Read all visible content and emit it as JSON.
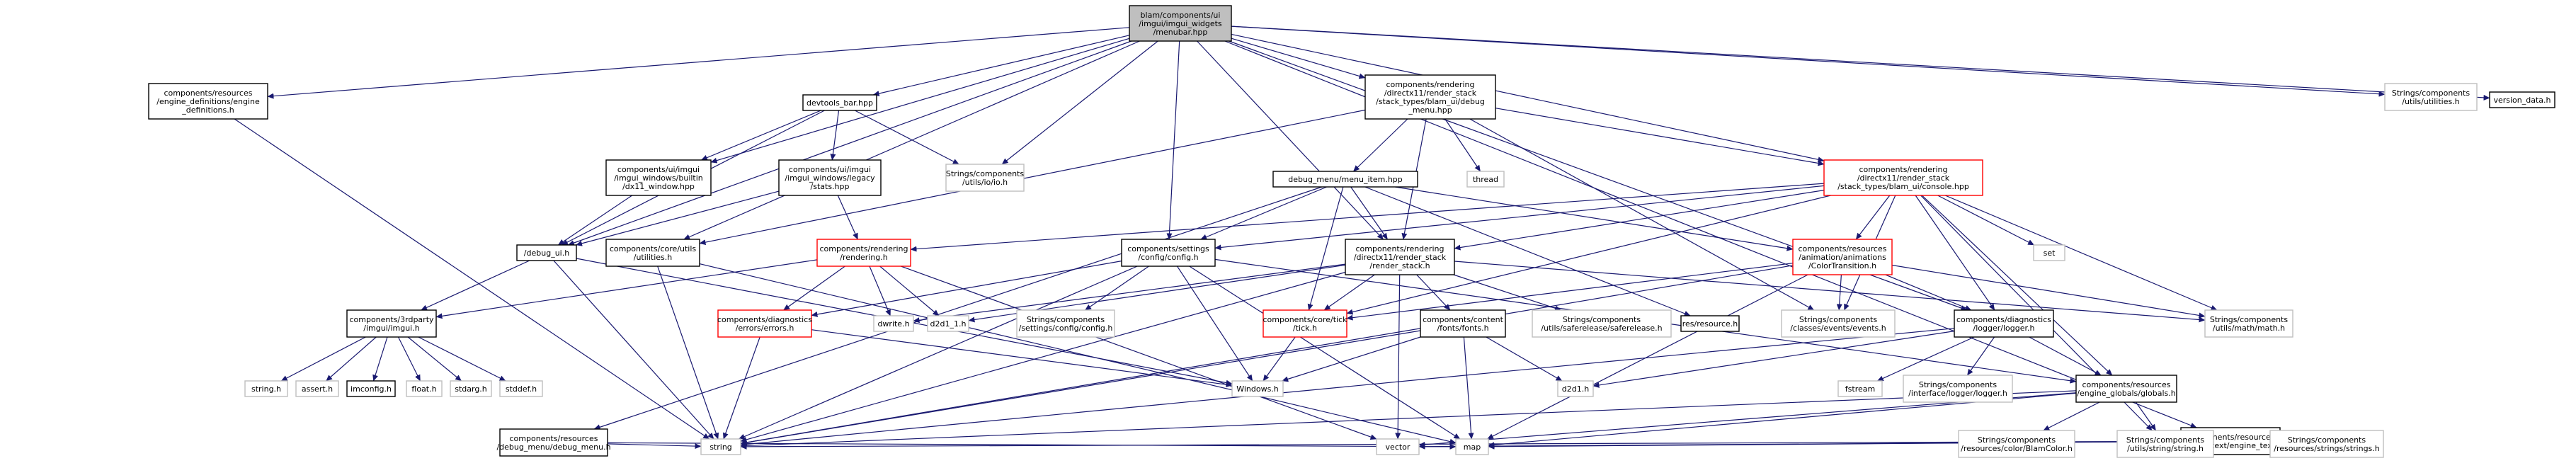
{
  "colors": {
    "edge": "#191970",
    "black_border": "#000000",
    "gray_border": "#bfbfbf",
    "red_border": "#ff0000",
    "root_fill": "#bfbfbf"
  },
  "nodes": {
    "menubar": {
      "lines": [
        "blam/components/ui",
        "/imgui/imgui_widgets",
        "/menubar.hpp"
      ],
      "style": "root"
    },
    "engine_defs": {
      "lines": [
        "components/resources",
        "/engine_definitions/engine",
        "_definitions.h"
      ],
      "style": "black"
    },
    "devtools_bar": {
      "lines": [
        "devtools_bar.hpp"
      ],
      "style": "black"
    },
    "dx11_window": {
      "lines": [
        "components/ui/imgui",
        "/imgui_windows/builtin",
        "/dx11_window.hpp"
      ],
      "style": "black"
    },
    "legacy_stats": {
      "lines": [
        "components/ui/imgui",
        "/imgui_windows/legacy",
        "/stats.hpp"
      ],
      "style": "black"
    },
    "utils_io": {
      "lines": [
        "Strings/components",
        "/utils/io/io.h"
      ],
      "style": "gray"
    },
    "debug_menu_hpp": {
      "lines": [
        "components/rendering",
        "/directx11/render_stack",
        "/stack_types/blam_ui/debug",
        "_menu.hpp"
      ],
      "style": "black"
    },
    "thread": {
      "lines": [
        "thread"
      ],
      "style": "gray"
    },
    "debug_menu_item": {
      "lines": [
        "debug_menu/menu_item.hpp"
      ],
      "style": "black"
    },
    "console_hpp": {
      "lines": [
        "components/rendering",
        "/directx11/render_stack",
        "/stack_types/blam_ui/console.hpp"
      ],
      "style": "red"
    },
    "utils_utilities_h": {
      "lines": [
        "Strings/components",
        "/utils/utilities.h"
      ],
      "style": "gray"
    },
    "version_data": {
      "lines": [
        "version_data.h"
      ],
      "style": "black"
    },
    "debug_ui": {
      "lines": [
        "/debug_ui.h"
      ],
      "style": "black"
    },
    "core_utils": {
      "lines": [
        "components/core/utils",
        "/utilities.h"
      ],
      "style": "black"
    },
    "rendering_h": {
      "lines": [
        "components/rendering",
        "/rendering.h"
      ],
      "style": "red"
    },
    "settings_config": {
      "lines": [
        "components/settings",
        "/config/config.h"
      ],
      "style": "black"
    },
    "render_stack_h": {
      "lines": [
        "components/rendering",
        "/directx11/render_stack",
        "/render_stack.h"
      ],
      "style": "black"
    },
    "color_transition": {
      "lines": [
        "components/resources",
        "/animation/animations",
        "/ColorTransition.h"
      ],
      "style": "red"
    },
    "set": {
      "lines": [
        "set"
      ],
      "style": "gray"
    },
    "third_party_imgui": {
      "lines": [
        "components/3rdparty",
        "/imgui/imgui.h"
      ],
      "style": "black"
    },
    "diag_errors": {
      "lines": [
        "components/diagnostics",
        "/errors/errors.h"
      ],
      "style": "red"
    },
    "dwrite": {
      "lines": [
        "dwrite.h"
      ],
      "style": "gray"
    },
    "d2d1_1": {
      "lines": [
        "d2d1_1.h"
      ],
      "style": "gray"
    },
    "strings_settings_config": {
      "lines": [
        "Strings/components",
        "/settings/config/config.h"
      ],
      "style": "gray"
    },
    "core_tick": {
      "lines": [
        "components/core/tick",
        "/tick.h"
      ],
      "style": "red"
    },
    "content_fonts": {
      "lines": [
        "components/content",
        "/fonts/fonts.h"
      ],
      "style": "black"
    },
    "safe_release": {
      "lines": [
        "Strings/components",
        "/utils/saferelease/saferelease.h"
      ],
      "style": "gray"
    },
    "res_resource": {
      "lines": [
        "res/resource.h"
      ],
      "style": "black"
    },
    "classes_events": {
      "lines": [
        "Strings/components",
        "/classes/events/events.h"
      ],
      "style": "gray"
    },
    "diag_logger": {
      "lines": [
        "components/diagnostics",
        "/logger/logger.h"
      ],
      "style": "black"
    },
    "utils_math": {
      "lines": [
        "Strings/components",
        "/utils/math/math.h"
      ],
      "style": "gray"
    },
    "string_h": {
      "lines": [
        "string.h"
      ],
      "style": "gray"
    },
    "assert_h": {
      "lines": [
        "assert.h"
      ],
      "style": "gray"
    },
    "imconfig_h": {
      "lines": [
        "imconfig.h"
      ],
      "style": "black"
    },
    "float_h": {
      "lines": [
        "float.h"
      ],
      "style": "gray"
    },
    "stdarg_h": {
      "lines": [
        "stdarg.h"
      ],
      "style": "gray"
    },
    "stddef_h": {
      "lines": [
        "stddef.h"
      ],
      "style": "gray"
    },
    "debug_menu_h": {
      "lines": [
        "components/resources",
        "/debug_menu/debug_menu.h"
      ],
      "style": "black"
    },
    "windows_h": {
      "lines": [
        "Windows.h"
      ],
      "style": "gray"
    },
    "d2d1_h": {
      "lines": [
        "d2d1.h"
      ],
      "style": "gray"
    },
    "fstream": {
      "lines": [
        "fstream"
      ],
      "style": "gray"
    },
    "interface_logger": {
      "lines": [
        "Strings/components",
        "/interface/logger/logger.h"
      ],
      "style": "gray"
    },
    "engine_globals": {
      "lines": [
        "components/resources",
        "/engine_globals/globals.h"
      ],
      "style": "black"
    },
    "engine_text": {
      "lines": [
        "components/resources",
        "/engine_text/engine_text.h"
      ],
      "style": "black"
    },
    "string": {
      "lines": [
        "string"
      ],
      "style": "gray"
    },
    "vector": {
      "lines": [
        "vector"
      ],
      "style": "gray"
    },
    "map": {
      "lines": [
        "map"
      ],
      "style": "gray"
    },
    "blam_color": {
      "lines": [
        "Strings/components",
        "/resources/color/BlamColor.h"
      ],
      "style": "gray"
    },
    "utils_string": {
      "lines": [
        "Strings/components",
        "/utils/string/string.h"
      ],
      "style": "gray"
    },
    "resources_strings": {
      "lines": [
        "Strings/components",
        "/resources/strings/strings.h"
      ],
      "style": "gray"
    }
  },
  "edges": [
    [
      "menubar",
      "engine_defs"
    ],
    [
      "menubar",
      "devtools_bar"
    ],
    [
      "menubar",
      "dx11_window"
    ],
    [
      "menubar",
      "utils_io"
    ],
    [
      "menubar",
      "debug_menu_hpp"
    ],
    [
      "menubar",
      "console_hpp"
    ],
    [
      "menubar",
      "utils_utilities_h"
    ],
    [
      "menubar",
      "version_data"
    ],
    [
      "menubar",
      "debug_ui"
    ],
    [
      "menubar",
      "core_utils"
    ],
    [
      "menubar",
      "settings_config"
    ],
    [
      "menubar",
      "render_stack_h"
    ],
    [
      "menubar",
      "diag_logger"
    ],
    [
      "menubar",
      "engine_text"
    ],
    [
      "engine_defs",
      "string"
    ],
    [
      "devtools_bar",
      "dx11_window"
    ],
    [
      "devtools_bar",
      "legacy_stats"
    ],
    [
      "devtools_bar",
      "utils_io"
    ],
    [
      "devtools_bar",
      "debug_ui"
    ],
    [
      "dx11_window",
      "debug_ui"
    ],
    [
      "legacy_stats",
      "debug_ui"
    ],
    [
      "legacy_stats",
      "rendering_h"
    ],
    [
      "debug_menu_hpp",
      "thread"
    ],
    [
      "debug_menu_hpp",
      "debug_menu_item"
    ],
    [
      "debug_menu_hpp",
      "console_hpp"
    ],
    [
      "debug_menu_hpp",
      "core_utils"
    ],
    [
      "debug_menu_hpp",
      "render_stack_h"
    ],
    [
      "debug_menu_hpp",
      "classes_events"
    ],
    [
      "debug_menu_item",
      "settings_config"
    ],
    [
      "debug_menu_item",
      "render_stack_h"
    ],
    [
      "debug_menu_item",
      "core_tick"
    ],
    [
      "debug_menu_item",
      "color_transition"
    ],
    [
      "debug_menu_item",
      "debug_menu_h"
    ],
    [
      "debug_menu_item",
      "res_resource"
    ],
    [
      "console_hpp",
      "rendering_h"
    ],
    [
      "console_hpp",
      "settings_config"
    ],
    [
      "console_hpp",
      "render_stack_h"
    ],
    [
      "console_hpp",
      "color_transition"
    ],
    [
      "console_hpp",
      "set"
    ],
    [
      "console_hpp",
      "diag_logger"
    ],
    [
      "console_hpp",
      "utils_math"
    ],
    [
      "console_hpp",
      "classes_events"
    ],
    [
      "console_hpp",
      "core_tick"
    ],
    [
      "console_hpp",
      "engine_globals"
    ],
    [
      "console_hpp",
      "utils_string"
    ],
    [
      "debug_ui",
      "third_party_imgui"
    ],
    [
      "debug_ui",
      "string"
    ],
    [
      "debug_ui",
      "windows_h"
    ],
    [
      "core_utils",
      "string"
    ],
    [
      "core_utils",
      "map"
    ],
    [
      "rendering_h",
      "third_party_imgui"
    ],
    [
      "rendering_h",
      "diag_errors"
    ],
    [
      "rendering_h",
      "dwrite"
    ],
    [
      "rendering_h",
      "d2d1_1"
    ],
    [
      "rendering_h",
      "vector"
    ],
    [
      "settings_config",
      "strings_settings_config"
    ],
    [
      "settings_config",
      "diag_errors"
    ],
    [
      "settings_config",
      "windows_h"
    ],
    [
      "settings_config",
      "map"
    ],
    [
      "settings_config",
      "string"
    ],
    [
      "settings_config",
      "engine_globals"
    ],
    [
      "render_stack_h",
      "core_tick"
    ],
    [
      "render_stack_h",
      "content_fonts"
    ],
    [
      "render_stack_h",
      "safe_release"
    ],
    [
      "render_stack_h",
      "vector"
    ],
    [
      "render_stack_h",
      "d2d1_1"
    ],
    [
      "render_stack_h",
      "dwrite"
    ],
    [
      "render_stack_h",
      "utils_math"
    ],
    [
      "render_stack_h",
      "string"
    ],
    [
      "color_transition",
      "core_tick"
    ],
    [
      "color_transition",
      "classes_events"
    ],
    [
      "color_transition",
      "diag_logger"
    ],
    [
      "color_transition",
      "utils_math"
    ],
    [
      "color_transition",
      "string"
    ],
    [
      "color_transition",
      "map"
    ],
    [
      "third_party_imgui",
      "string_h"
    ],
    [
      "third_party_imgui",
      "assert_h"
    ],
    [
      "third_party_imgui",
      "imconfig_h"
    ],
    [
      "third_party_imgui",
      "float_h"
    ],
    [
      "third_party_imgui",
      "stdarg_h"
    ],
    [
      "third_party_imgui",
      "stddef_h"
    ],
    [
      "diag_errors",
      "windows_h"
    ],
    [
      "diag_errors",
      "string"
    ],
    [
      "core_tick",
      "windows_h"
    ],
    [
      "content_fonts",
      "windows_h"
    ],
    [
      "content_fonts",
      "d2d1_h"
    ],
    [
      "content_fonts",
      "string"
    ],
    [
      "content_fonts",
      "map"
    ],
    [
      "diag_logger",
      "fstream"
    ],
    [
      "diag_logger",
      "interface_logger"
    ],
    [
      "diag_logger",
      "engine_globals"
    ],
    [
      "diag_logger",
      "d2d1_h"
    ],
    [
      "diag_logger",
      "string"
    ],
    [
      "debug_menu_h",
      "string"
    ],
    [
      "debug_menu_h",
      "map"
    ],
    [
      "engine_globals",
      "blam_color"
    ],
    [
      "engine_globals",
      "utils_string"
    ],
    [
      "engine_globals",
      "string"
    ],
    [
      "engine_globals",
      "vector"
    ],
    [
      "engine_globals",
      "map"
    ],
    [
      "engine_text",
      "resources_strings"
    ],
    [
      "engine_text",
      "string"
    ],
    [
      "engine_text",
      "vector"
    ],
    [
      "engine_text",
      "map"
    ]
  ]
}
